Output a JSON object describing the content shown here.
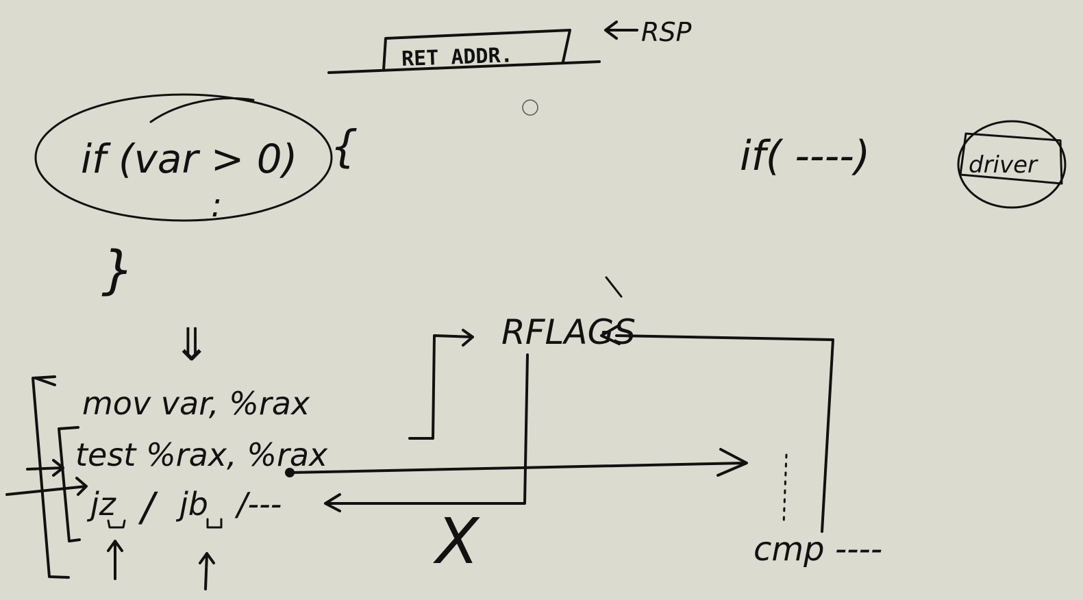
{
  "stack": {
    "ret_addr": "RET ADDR.",
    "rsp": "RSP"
  },
  "code": {
    "if_condition": "if (var > 0)",
    "open_brace": "{",
    "ellipsis": ":",
    "close_brace": "}",
    "arrow_down": "⇓"
  },
  "asm": {
    "line1": "mov var, %rax",
    "line2": "test %rax, %rax",
    "line3_a": "jz",
    "line3_sep1": "/",
    "line3_b": "jb",
    "line3_sep2": "/---"
  },
  "rflags": "RFLAGS",
  "right": {
    "if_dots": "if( ----)",
    "driver": "driver",
    "cmp": "cmp ----",
    "cross": "X"
  }
}
